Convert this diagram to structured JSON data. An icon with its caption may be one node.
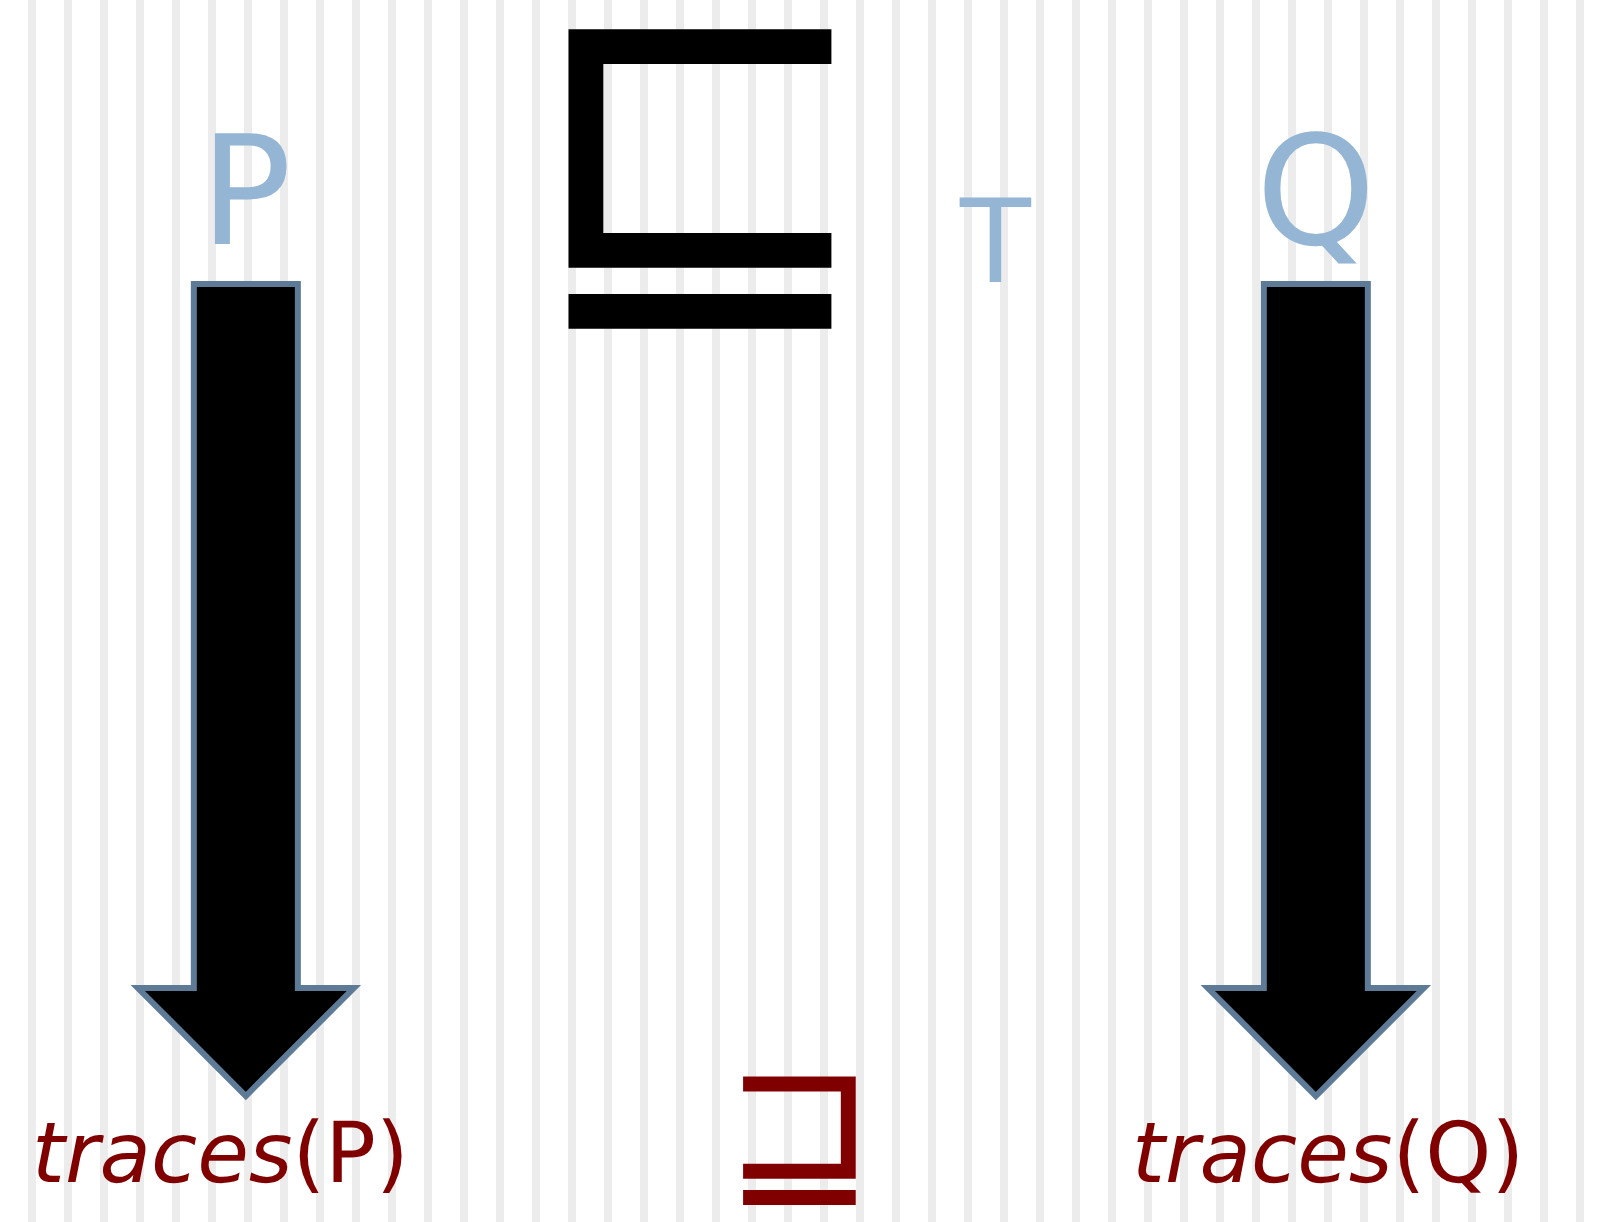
{
  "diagram": {
    "nodes": [
      {
        "text": [
          "P"
        ]
      },
      {
        "text": [
          "Q"
        ]
      },
      {
        "text": [
          "*traces*(P)"
        ]
      },
      {
        "text": [
          "*traces*(Q)"
        ]
      }
    ],
    "edges": [
      {
        "from": 0,
        "to": 2,
        "arrow": "to",
        "style": "thick"
      },
      {
        "from": 1,
        "to": 3,
        "arrow": "to",
        "style": "thick"
      }
    ],
    "labels": [
      "⊑",
      "T",
      "⊒"
    ]
  }
}
